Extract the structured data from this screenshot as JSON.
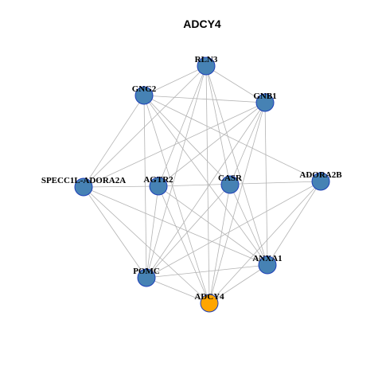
{
  "title": "ADCY4",
  "colors": {
    "node_fill": "#4682B4",
    "node_stroke": "#1E3FB8",
    "highlight_fill": "#FFA500",
    "edge": "#B3B3B3"
  },
  "nodes": [
    {
      "id": "RLN3",
      "label": "RLN3",
      "highlight": false
    },
    {
      "id": "GNG2",
      "label": "GNG2",
      "highlight": false
    },
    {
      "id": "GNB1",
      "label": "GNB1",
      "highlight": false
    },
    {
      "id": "SPECC1L-ADORA2A",
      "label": "SPECC1L-ADORA2A",
      "highlight": false
    },
    {
      "id": "AGTR2",
      "label": "AGTR2",
      "highlight": false
    },
    {
      "id": "CASR",
      "label": "CASR",
      "highlight": false
    },
    {
      "id": "ADORA2B",
      "label": "ADORA2B",
      "highlight": false
    },
    {
      "id": "ANXA1",
      "label": "ANXA1",
      "highlight": false
    },
    {
      "id": "POMC",
      "label": "POMC",
      "highlight": false
    },
    {
      "id": "ADCY4",
      "label": "ADCY4",
      "highlight": true
    }
  ],
  "edges": [
    [
      "RLN3",
      "GNG2"
    ],
    [
      "RLN3",
      "GNB1"
    ],
    [
      "RLN3",
      "SPECC1L-ADORA2A"
    ],
    [
      "RLN3",
      "AGTR2"
    ],
    [
      "RLN3",
      "CASR"
    ],
    [
      "RLN3",
      "POMC"
    ],
    [
      "RLN3",
      "ANXA1"
    ],
    [
      "RLN3",
      "ADCY4"
    ],
    [
      "GNG2",
      "GNB1"
    ],
    [
      "GNG2",
      "SPECC1L-ADORA2A"
    ],
    [
      "GNG2",
      "ADORA2B"
    ],
    [
      "GNG2",
      "CASR"
    ],
    [
      "GNG2",
      "POMC"
    ],
    [
      "GNG2",
      "ANXA1"
    ],
    [
      "GNG2",
      "ADCY4"
    ],
    [
      "GNB1",
      "SPECC1L-ADORA2A"
    ],
    [
      "GNB1",
      "AGTR2"
    ],
    [
      "GNB1",
      "CASR"
    ],
    [
      "GNB1",
      "POMC"
    ],
    [
      "GNB1",
      "ANXA1"
    ],
    [
      "GNB1",
      "ADCY4"
    ],
    [
      "SPECC1L-ADORA2A",
      "AGTR2"
    ],
    [
      "SPECC1L-ADORA2A",
      "POMC"
    ],
    [
      "SPECC1L-ADORA2A",
      "ANXA1"
    ],
    [
      "SPECC1L-ADORA2A",
      "ADCY4"
    ],
    [
      "AGTR2",
      "ADORA2B"
    ],
    [
      "AGTR2",
      "ANXA1"
    ],
    [
      "AGTR2",
      "POMC"
    ],
    [
      "AGTR2",
      "ADCY4"
    ],
    [
      "CASR",
      "POMC"
    ],
    [
      "CASR",
      "ANXA1"
    ],
    [
      "CASR",
      "ADCY4"
    ],
    [
      "ADORA2B",
      "POMC"
    ],
    [
      "ADORA2B",
      "ADCY4"
    ],
    [
      "ADORA2B",
      "ANXA1"
    ],
    [
      "ANXA1",
      "POMC"
    ],
    [
      "ANXA1",
      "ADCY4"
    ],
    [
      "POMC",
      "ADCY4"
    ]
  ]
}
